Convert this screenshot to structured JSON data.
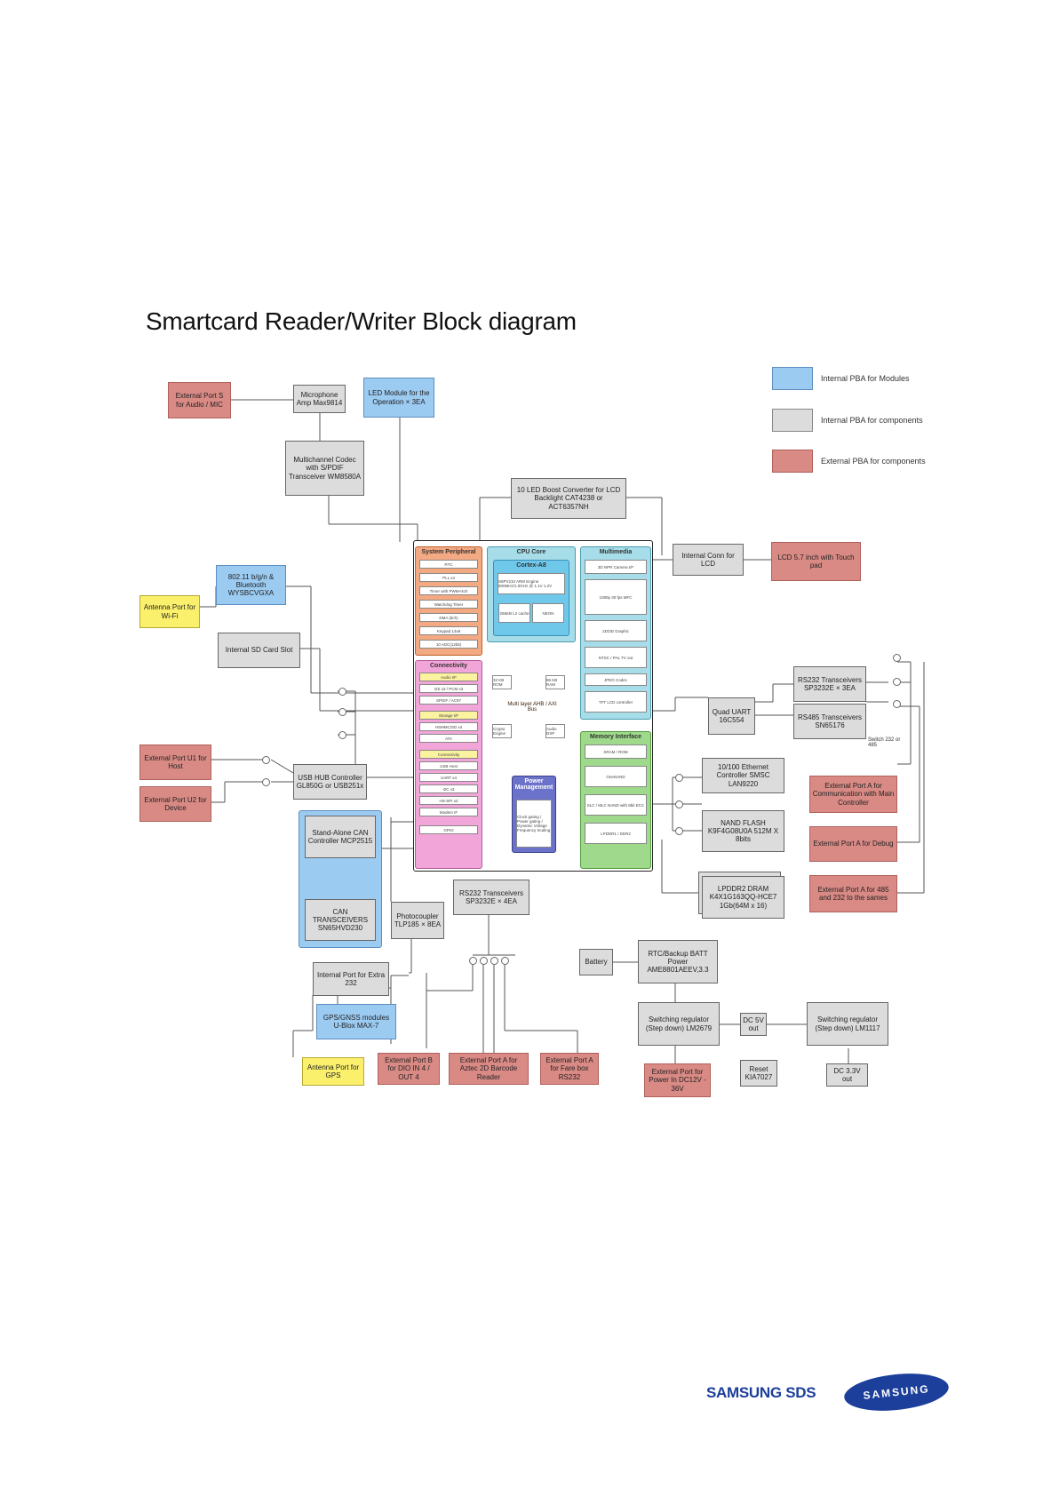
{
  "title": "Smartcard Reader/Writer Block diagram",
  "colors": {
    "internal_modules": "#9ccbf2",
    "internal_components": "#dcdcdc",
    "external_components": "#d98a85",
    "antenna": "#fbf06c"
  },
  "legend": [
    {
      "label": "Internal PBA for Modules"
    },
    {
      "label": "Internal PBA for components"
    },
    {
      "label": "External PBA for components"
    }
  ],
  "blocks": {
    "ext_audio": "External Port S for Audio / MIC",
    "mic_amp": "Microphone Amp Max9814",
    "led_module": "LED Module for the Operation × 3EA",
    "codec": "Multichannel Codec with S/PDIF Transceiver WM8580A",
    "led_boost": "10 LED Boost Converter for LCD Backlight CAT4238 or ACT6357NH",
    "wifi_bt": "802.11 b/g/n & Bluetooth WYSBCVGXA",
    "ant_wifi": "Antenna Port for Wi-Fi",
    "sd_slot": "Internal SD Card Slot",
    "lcd_conn": "Internal Conn for LCD",
    "lcd": "LCD 5.7 inch with Touch pad",
    "rs232_3": "RS232 Transceivers SP3232E × 3EA",
    "rs485": "RS485 Transceivers SN65176",
    "quad_uart": "Quad UART 16C554",
    "switch_note": "Switch 232 or 485",
    "ext_u1": "External Port U1 for Host",
    "ext_u2": "External Port U2 for Device",
    "usb_hub": "USB HUB Controller GL850G or USB251x",
    "ethernet": "10/100 Ethernet Controller SMSC LAN9220",
    "nand": "NAND FLASH K9F4G08U0A 512M X 8bits",
    "lpddr": "LPDDR2 DRAM K4X1G163QQ-HCE7 1Gb(64M x 16)",
    "ext_comm": "External Port A for Communication with Main Controller",
    "ext_debug": "External Port A for Debug",
    "ext_485": "External Port A for 485 and 232 to the sames",
    "can_ctrl": "Stand-Alone CAN Controller MCP2515",
    "can_trx": "CAN TRANSCEIVERS SN65HVD230",
    "photocoupler": "Photocoupler TLP185 × 8EA",
    "rs232_4": "RS232 Transceivers SP3232E × 4EA",
    "extra232": "Internal Port for Extra 232",
    "gps": "GPS/GNSS modules U-Blox MAX-7",
    "ant_gps": "Antenna Port for GPS",
    "ext_dio": "External Port B for DIO IN 4 / OUT 4",
    "ext_barcode": "External Port A for Aztec 2D Barcode Reader",
    "ext_fare": "External Port A for Fare box RS232",
    "battery": "Battery",
    "rtc": "RTC/Backup BATT Power AME8801AEEV,3.3",
    "sw_lm2679": "Switching regulator (Step down) LM2679",
    "dc5": "DC 5V out",
    "sw_lm1117": "Switching regulator (Step down) LM1117",
    "ext_power": "External Port for Power In DC12V - 36V",
    "reset": "Reset KIA7027",
    "dc33": "DC 3.3V out"
  },
  "soc": {
    "system_peripheral": {
      "title": "System Peripheral",
      "items": [
        "RTC",
        "PLL x4",
        "Timer with PWM×4ch",
        "Watchdog Timer",
        "DMA (8ch)",
        "Keypad 14x8",
        "10 ADC(12bit)"
      ]
    },
    "cpu_core": {
      "title": "CPU Core",
      "sub_title": "Cortex-A8",
      "core_text": "S5PV210 ARM Engine 800MHz/1.0GHz @ 1.1V 1.2V",
      "l2": "256KB L2 cache",
      "neon": "NEON"
    },
    "multimedia": {
      "title": "Multimedia",
      "items": [
        "3D NPR Camera I/F",
        "1080p 30 fps MFC",
        "2D/3D Graphic",
        "NTSC / PAL TV out",
        "JPEG Codec",
        "TFT LCD controller"
      ]
    },
    "connectivity": {
      "title": "Connectivity",
      "items": [
        "Audio I/F",
        "I2S x3 / PCM x3",
        "SPDIF / AC97",
        "Storage I/F",
        "HSMMC/SD x4",
        "ATA",
        "Connectivity",
        "USB Host",
        "UART x4",
        "I2C x3",
        "HS-SPI x2",
        "Modem IF",
        "GPIO"
      ]
    },
    "bus": "Multi layer AHB / AXI Bus",
    "bus_tags": [
      "32 KB ROM",
      "96 KB RAM",
      "Crypto Engine",
      "Audio DSP"
    ],
    "memory": {
      "title": "Memory Interface",
      "items": [
        "SRAM / ROM",
        "OneNAND",
        "SLC / MLC NAND with 8bit ECC",
        "LPDDR1 / DDR2"
      ]
    },
    "power": {
      "title": "Power Management",
      "text": "Clock gating / Power gating / Dynamic Voltage Frequency Scaling"
    }
  },
  "logos": {
    "sds": "SAMSUNG SDS",
    "samsung": "SAMSUNG"
  }
}
